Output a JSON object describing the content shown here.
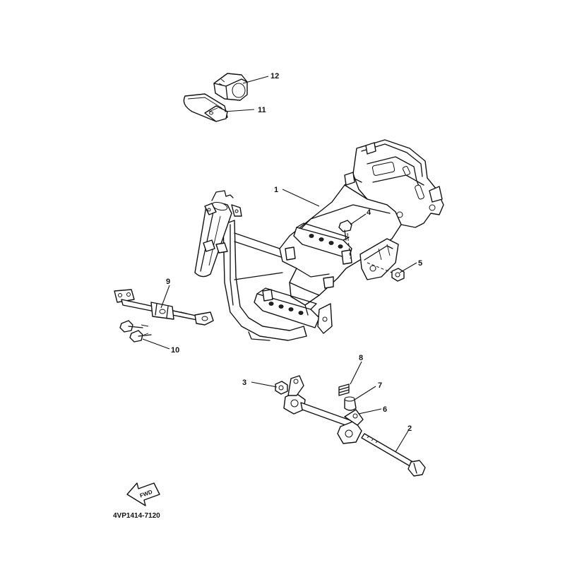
{
  "callouts": {
    "c1": "1",
    "c2": "2",
    "c3": "3",
    "c4": "4",
    "c5": "5",
    "c6": "6",
    "c7": "7",
    "c8": "8",
    "c9": "9",
    "c10": "10",
    "c11": "11",
    "c12": "12"
  },
  "fwd_label": "FWD",
  "diagram_code": "4VP1414-7120",
  "colors": {
    "ink": "#111111",
    "background": "#ffffff"
  }
}
